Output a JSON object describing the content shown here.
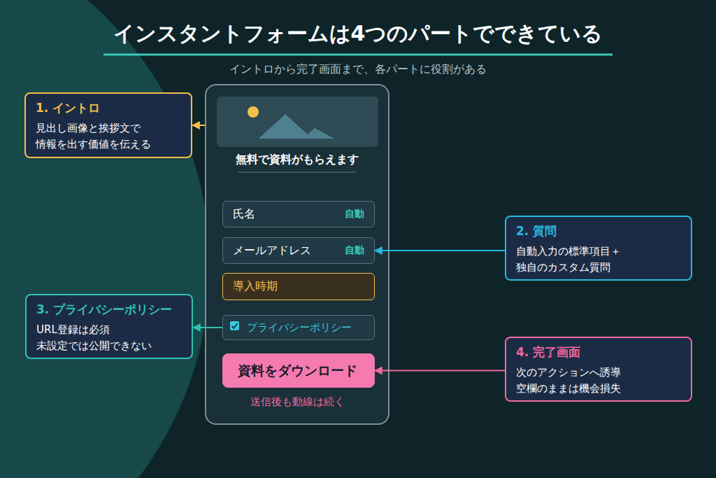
{
  "diagram": {
    "title": "インスタントフォームは4つのパートでできている",
    "caption": "イントロから完了画面まで、各パートに役割がある",
    "nodes": [
      {
        "text": [
          "1. イントロ",
          "見出し画像と挨拶文で 情報を出す価値を伝える"
        ]
      },
      {
        "text": [
          "無料で資料がもらえます",
          "送信後も動線は続く"
        ]
      },
      {
        "text": [
          "氏名",
          "自動"
        ],
        "in": 1
      },
      {
        "text": [
          "メールアドレス",
          "自動"
        ],
        "in": 1
      },
      {
        "text": [
          "導入時期"
        ],
        "in": 1
      },
      {
        "text": [
          "プライバシーポリシー"
        ],
        "in": 1
      },
      {
        "text": [
          "資料をダウンロード"
        ],
        "in": 1
      },
      {
        "text": [
          "2. 質問",
          "自動入力の標準項目＋ 独自のカスタム質問"
        ]
      },
      {
        "text": [
          "3. プライバシーポリシー",
          "URL登録は必須 未設定では公開できない"
        ]
      },
      {
        "text": [
          "4. 完了画面",
          "次のアクションへ誘導 空欄のままは機会損失"
        ]
      }
    ],
    "edges": [
      {
        "from": 1,
        "to": 0,
        "arrow": "to"
      },
      {
        "from": 7,
        "to": 3,
        "arrow": "to"
      },
      {
        "from": 5,
        "to": 8,
        "arrow": "to"
      },
      {
        "from": 9,
        "to": 6,
        "arrow": "to"
      }
    ]
  }
}
